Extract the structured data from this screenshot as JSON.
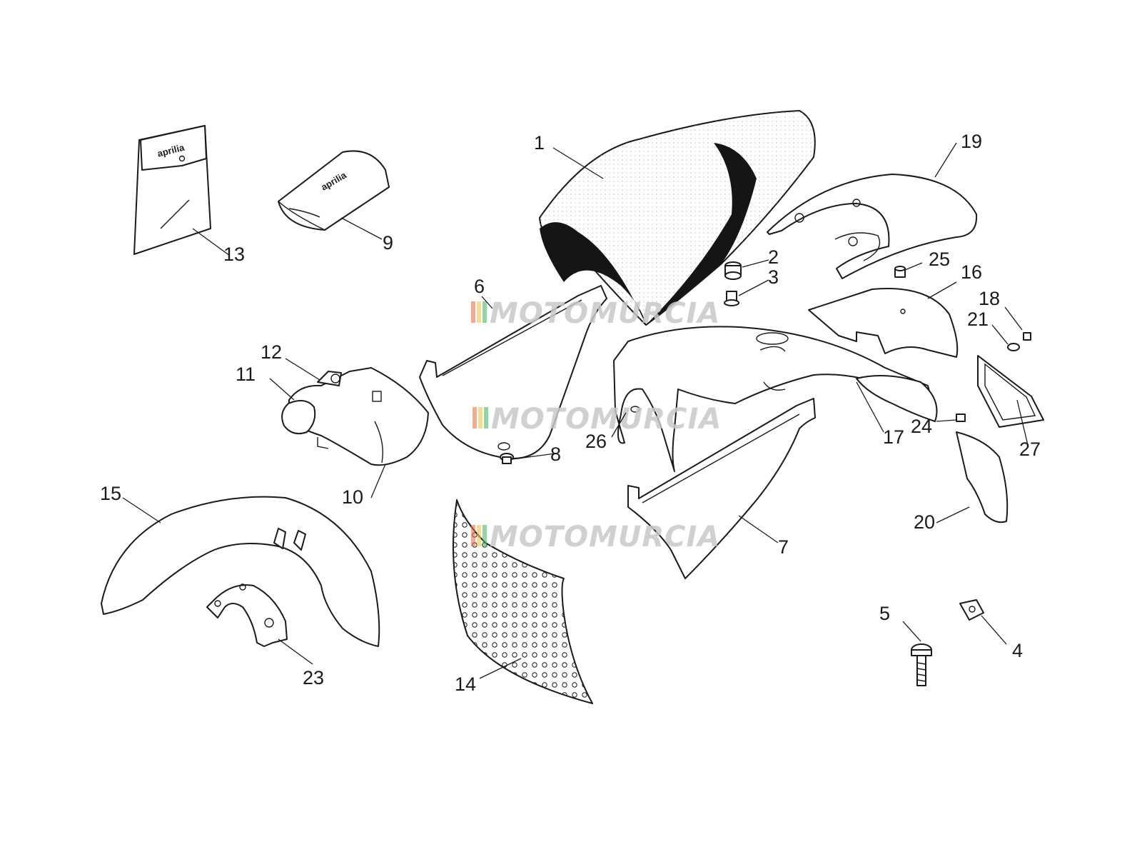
{
  "diagram": {
    "labels": [
      "1",
      "2",
      "3",
      "4",
      "5",
      "6",
      "7",
      "8",
      "9",
      "10",
      "11",
      "12",
      "13",
      "14",
      "15",
      "16",
      "17",
      "18",
      "19",
      "20",
      "21",
      "23",
      "24",
      "25",
      "26",
      "27"
    ],
    "brand_mark": "aprilia",
    "watermark": "MOTOMURCIA"
  }
}
